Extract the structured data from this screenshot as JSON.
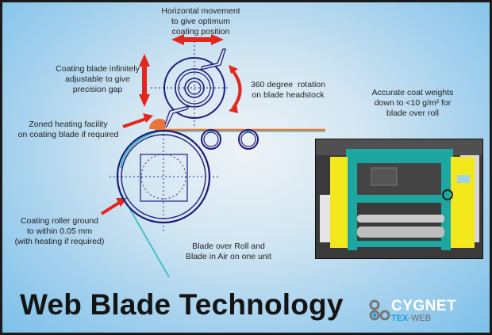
{
  "title": "Web Blade Technology",
  "annotations": {
    "horizontal_movement": "Horizontal movement\nto give optimum\ncoating position",
    "blade_adjustable": "Coating blade infinitely\nadjustable to give\nprecision gap",
    "rotation": "360 degree  rotation\non blade headstock",
    "coat_weights": "Accurate coat weights\ndown to <10 g/m² for\nblade over roll",
    "zoned_heating": "Zoned heating facility\non coating blade if required",
    "roller_ground": "Coating roller ground\nto within 0.05 mm\n(with heating if required)",
    "blade_over_roll": "Blade over Roll and\nBlade in Air on one unit"
  },
  "logo": {
    "brand": "CYGNET",
    "sub_accent": "TEX",
    "sub_rest": "-WEB"
  },
  "colors": {
    "arrow": "#e3261e",
    "line": "#1f1a7a",
    "web": "#3bbfc4",
    "heater": "#e8763a",
    "machine_green": "#1ea7a0",
    "machine_yellow": "#f2e81c"
  },
  "photo": {
    "alt": "Coating machine photo"
  }
}
